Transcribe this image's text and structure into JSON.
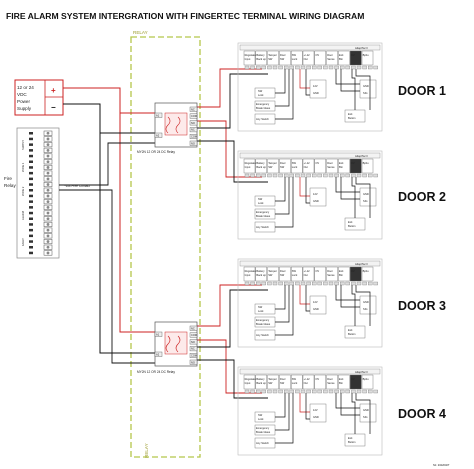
{
  "title": "FIRE ALARM SYSTEM INTERGRATION WITH FINGERTEC TERMINAL WIRING DIAGRAM",
  "relay_zone_label": "RELAY",
  "power_supply": {
    "label_line1": "12 or 24",
    "label_line2": "VDC",
    "label_line3": "Power",
    "label_line4": "Supply",
    "plus": "+",
    "minus": "−"
  },
  "fire_panel": {
    "label_line1": "Fire",
    "label_line2": "Relay",
    "volt_free": "*Volt Free Contact",
    "section_labels": [
      "SUPPLY",
      "ZONE 1",
      "ZONE 2",
      "ALARM",
      "FAULT"
    ]
  },
  "relays": [
    {
      "caption": "MY2N 12 OR 24 DC Relay",
      "pins": [
        "NC",
        "COM",
        "NO",
        "NC",
        "COM",
        "NO"
      ],
      "coil_pins": [
        "A1",
        "A2"
      ]
    },
    {
      "caption": "MY2N 12 OR 24 DC Relay",
      "pins": [
        "NC",
        "COM",
        "NO",
        "NC",
        "COM",
        "NO"
      ],
      "coil_pins": [
        "A1",
        "A2"
      ]
    }
  ],
  "terminal": {
    "header": "AdaptTec II",
    "blocks": [
      {
        "l1": "Regulated",
        "l2": "Input"
      },
      {
        "l1": "Battery",
        "l2": "Back up"
      },
      {
        "l1": "Tamper",
        "l2": "SW"
      },
      {
        "l1": "Door",
        "l2": "SW"
      },
      {
        "l1": "SW",
        "l2": "Lock"
      },
      {
        "l1": "+/-12",
        "l2": "Out"
      },
      {
        "l1": "OV",
        "l2": ""
      },
      {
        "l1": "Door",
        "l2": "Sense"
      },
      {
        "l1": "Exit",
        "l2": "Btn"
      },
      {
        "l1": "OV",
        "l2": ""
      },
      {
        "l1": "Bpbu",
        "l2": ""
      }
    ],
    "input_label": "Lock",
    "emergency_label_1": "Emergency",
    "emergency_label_2": "Break Glass",
    "any_switch": "Any Switch",
    "sw_label": "SW",
    "exit_label_1": "Exit",
    "exit_label_2": "Button",
    "em_lock": "12V",
    "em_lock2": "GND",
    "sensor1": "GND",
    "sensor2": "SIG"
  },
  "doors": [
    "DOOR 1",
    "DOOR 2",
    "DOOR 3",
    "DOOR 4"
  ],
  "bottom_relay_label": "RELAY",
  "footer_code": "N1: 2022040T",
  "colors": {
    "wire_red": "#cc2222",
    "wire_black": "#111111",
    "relay_zone": "#b5c64a",
    "zone_fill": "#f7fbe5",
    "terminal_dark": "#333333"
  }
}
